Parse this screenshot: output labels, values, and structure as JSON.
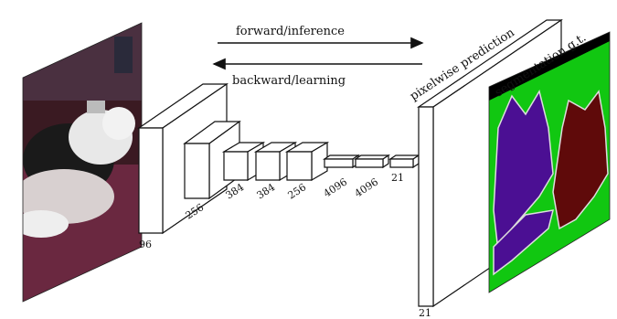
{
  "arrows": {
    "forward": "forward/inference",
    "backward": "backward/learning"
  },
  "labels": {
    "pixelwise": "pixelwise prediction",
    "segmentation": "segmentation g.t."
  },
  "layer_sizes": {
    "first": "96",
    "l2": "256",
    "l3": "384",
    "l4": "384",
    "l5": "256",
    "l6": "4096",
    "l7": "4096",
    "l8": "21",
    "output": "21"
  },
  "colors": {
    "seg_background": "#11c711",
    "seg_cat": "#4b0f93",
    "seg_dog": "#5f0a0a",
    "seg_border": "#111111"
  }
}
